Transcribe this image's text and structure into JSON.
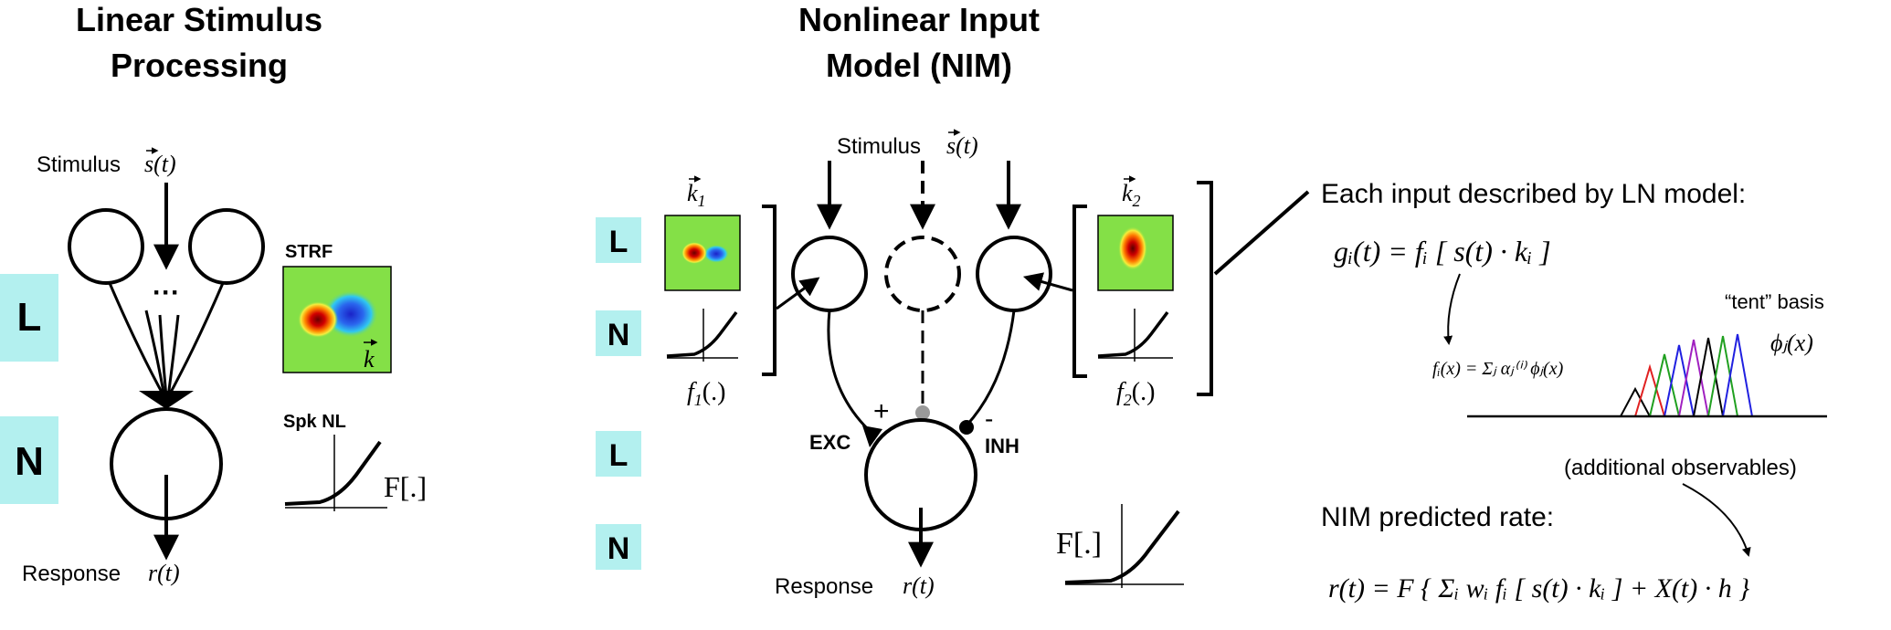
{
  "left_panel": {
    "title_line1": "Linear Stimulus",
    "title_line2": "Processing",
    "stimulus_label": "Stimulus",
    "stimulus_symbol": "s(t)",
    "dots": "···",
    "strf_label": "STRF",
    "strf_symbol": "k",
    "spk_nl_label": "Spk NL",
    "spk_nl_symbol": "F[.]",
    "response_label": "Response",
    "response_symbol": "r(t)",
    "tag_l": "L",
    "tag_n": "N"
  },
  "center_panel": {
    "title_line1": "Nonlinear Input",
    "title_line2": "Model (NIM)",
    "stimulus_label": "Stimulus",
    "stimulus_symbol": "s(t)",
    "k1_symbol": "k",
    "k1_sub": "1",
    "k2_symbol": "k",
    "k2_sub": "2",
    "f1_symbol": "f",
    "f1_sub": "1",
    "f1_arg": "(.)",
    "f2_symbol": "f",
    "f2_sub": "2",
    "f2_arg": "(.)",
    "exc_label": "EXC",
    "inh_label": "INH",
    "plus_sign": "+",
    "minus_sign": "-",
    "spike_nl_symbol": "F[.]",
    "response_label": "Response",
    "response_symbol": "r(t)",
    "tag_l": "L",
    "tag_n": "N"
  },
  "right_panel": {
    "ln_heading": "Each input described by LN model:",
    "ln_equation": "gᵢ(t) = fᵢ [ s(t) · kᵢ ]",
    "basis_label": "“tent” basis",
    "basis_symbol": "ϕⱼ(x)",
    "basis_equation": "fᵢ(x) = Σⱼ αⱼ⁽ⁱ⁾ ϕⱼ(x)",
    "observables_label": "(additional observables)",
    "rate_heading": "NIM predicted rate:",
    "rate_equation": "r(t) = F { Σᵢ wᵢ fᵢ [ s(t) · kᵢ ] + X(t) · h }"
  },
  "colors": {
    "tag_background": "#b3f0ef",
    "filter_background": "#84e047",
    "filter_hot": "#cc0000",
    "filter_cold": "#2050e0",
    "inh_dot": "#000000",
    "dashed_dot": "#999999"
  },
  "tent_colors": [
    "#000000",
    "#e02020",
    "#20a020",
    "#2020e0",
    "#a020c0",
    "#000000",
    "#20a020",
    "#2020e0"
  ]
}
